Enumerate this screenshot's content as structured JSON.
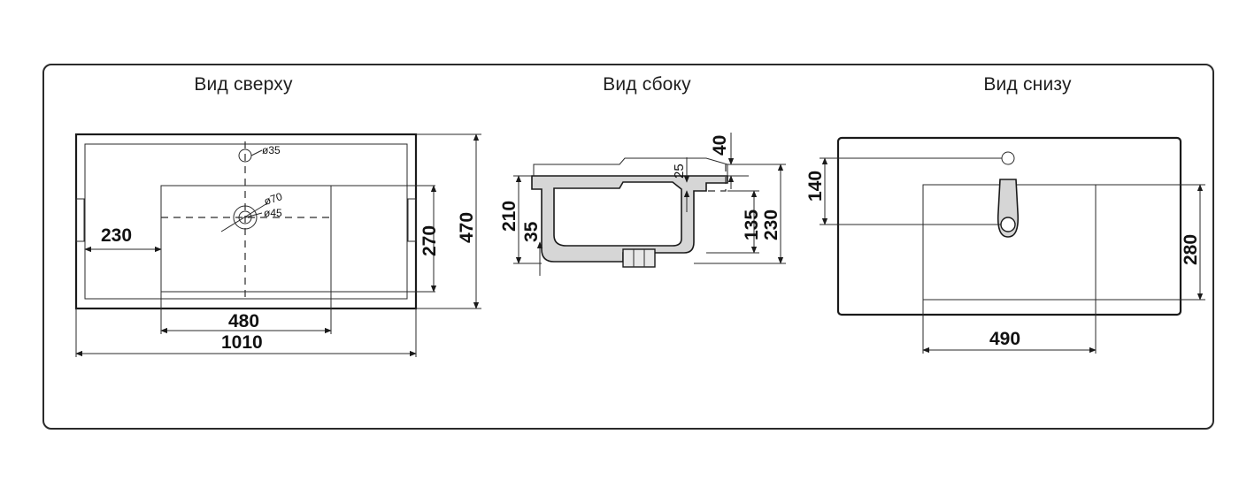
{
  "views": {
    "top": {
      "title": "Вид сверху",
      "dims": {
        "overall_width": "1010",
        "overall_depth": "470",
        "bowl_width": "480",
        "bowl_depth": "270",
        "left_offset": "230"
      },
      "holes": {
        "tap_hole": "ø35",
        "drain_outer": "ø70",
        "drain_inner": "ø45"
      }
    },
    "side": {
      "title": "Вид сбоку",
      "dims": {
        "rim": "40",
        "step": "25",
        "bowl_height": "210",
        "base": "35",
        "inner_height": "135",
        "overall_height": "230"
      }
    },
    "bottom": {
      "title": "Вид снизу",
      "dims": {
        "hole_offset": "140",
        "support_depth": "280",
        "support_width": "490"
      }
    }
  },
  "colors": {
    "line": "#1a1a1a",
    "frame": "#2b2b2b",
    "fill": "#d6d6d6"
  }
}
